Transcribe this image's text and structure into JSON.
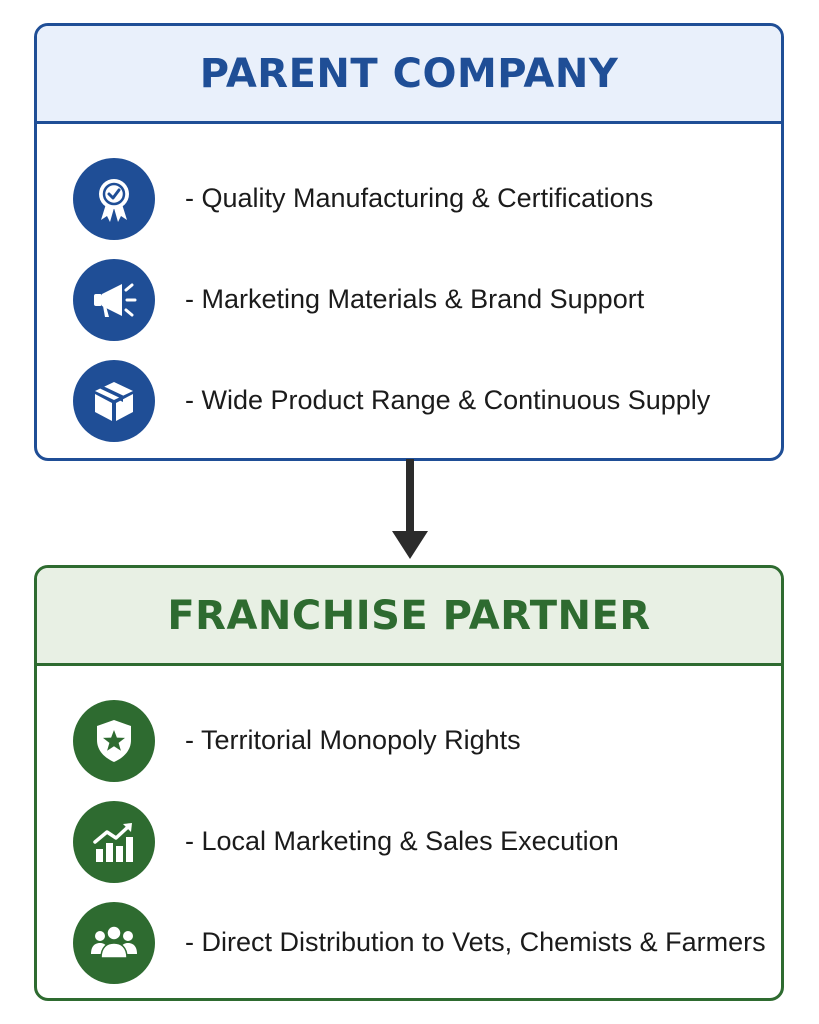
{
  "parent": {
    "title": "PARENT COMPANY",
    "color": "#1f4e96",
    "items": [
      {
        "icon": "certification-ribbon-icon",
        "text": "- Quality Manufacturing & Certifications"
      },
      {
        "icon": "megaphone-icon",
        "text": "- Marketing Materials & Brand Support"
      },
      {
        "icon": "package-box-icon",
        "text": "- Wide Product Range & Continuous Supply"
      }
    ]
  },
  "franchise": {
    "title": "FRANCHISE PARTNER",
    "color": "#2e6b30",
    "items": [
      {
        "icon": "shield-star-icon",
        "text": "- Territorial Monopoly Rights"
      },
      {
        "icon": "growth-chart-icon",
        "text": "- Local Marketing & Sales Execution"
      },
      {
        "icon": "people-group-icon",
        "text": "- Direct Distribution to Vets, Chemists & Farmers"
      }
    ]
  }
}
